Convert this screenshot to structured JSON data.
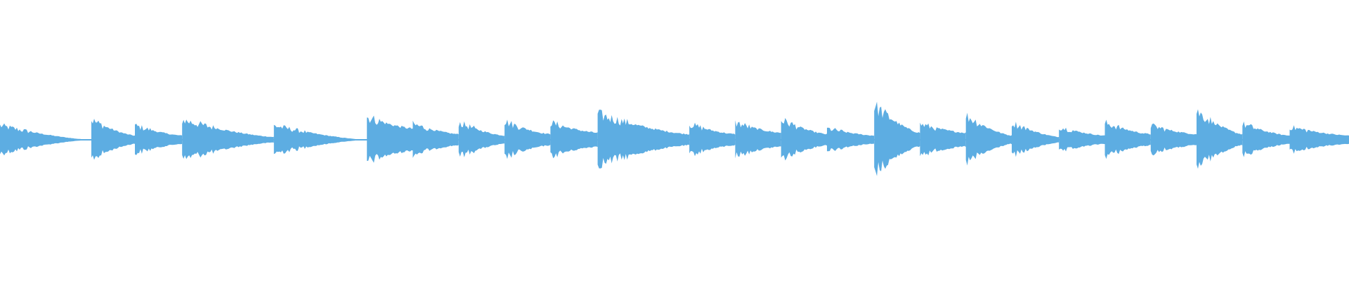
{
  "waveform": {
    "color": "#5DADE2",
    "background": "#FFFFFF",
    "segments": [
      {
        "start": 0.0,
        "end": 0.0677,
        "peak": 0.1,
        "tail": 0.0
      },
      {
        "start": 0.0677,
        "end": 0.1,
        "peak": 0.14,
        "tail": 0.03
      },
      {
        "start": 0.1,
        "end": 0.135,
        "peak": 0.1,
        "tail": 0.03
      },
      {
        "start": 0.135,
        "end": 0.203,
        "peak": 0.14,
        "tail": 0.02
      },
      {
        "start": 0.203,
        "end": 0.272,
        "peak": 0.1,
        "tail": 0.0
      },
      {
        "start": 0.272,
        "end": 0.306,
        "peak": 0.16,
        "tail": 0.08
      },
      {
        "start": 0.306,
        "end": 0.34,
        "peak": 0.11,
        "tail": 0.04
      },
      {
        "start": 0.34,
        "end": 0.374,
        "peak": 0.12,
        "tail": 0.03
      },
      {
        "start": 0.374,
        "end": 0.408,
        "peak": 0.13,
        "tail": 0.04
      },
      {
        "start": 0.408,
        "end": 0.443,
        "peak": 0.12,
        "tail": 0.05
      },
      {
        "start": 0.443,
        "end": 0.511,
        "peak": 0.18,
        "tail": 0.04
      },
      {
        "start": 0.511,
        "end": 0.545,
        "peak": 0.11,
        "tail": 0.04
      },
      {
        "start": 0.545,
        "end": 0.579,
        "peak": 0.12,
        "tail": 0.05
      },
      {
        "start": 0.579,
        "end": 0.613,
        "peak": 0.14,
        "tail": 0.04
      },
      {
        "start": 0.613,
        "end": 0.648,
        "peak": 0.08,
        "tail": 0.03
      },
      {
        "start": 0.648,
        "end": 0.682,
        "peak": 0.24,
        "tail": 0.05
      },
      {
        "start": 0.682,
        "end": 0.716,
        "peak": 0.11,
        "tail": 0.05
      },
      {
        "start": 0.716,
        "end": 0.75,
        "peak": 0.17,
        "tail": 0.03
      },
      {
        "start": 0.75,
        "end": 0.785,
        "peak": 0.12,
        "tail": 0.02
      },
      {
        "start": 0.785,
        "end": 0.819,
        "peak": 0.09,
        "tail": 0.03
      },
      {
        "start": 0.819,
        "end": 0.853,
        "peak": 0.12,
        "tail": 0.04
      },
      {
        "start": 0.853,
        "end": 0.887,
        "peak": 0.1,
        "tail": 0.04
      },
      {
        "start": 0.887,
        "end": 0.921,
        "peak": 0.2,
        "tail": 0.04
      },
      {
        "start": 0.921,
        "end": 0.956,
        "peak": 0.11,
        "tail": 0.03
      },
      {
        "start": 0.956,
        "end": 1.0,
        "peak": 0.09,
        "tail": 0.03
      }
    ]
  }
}
